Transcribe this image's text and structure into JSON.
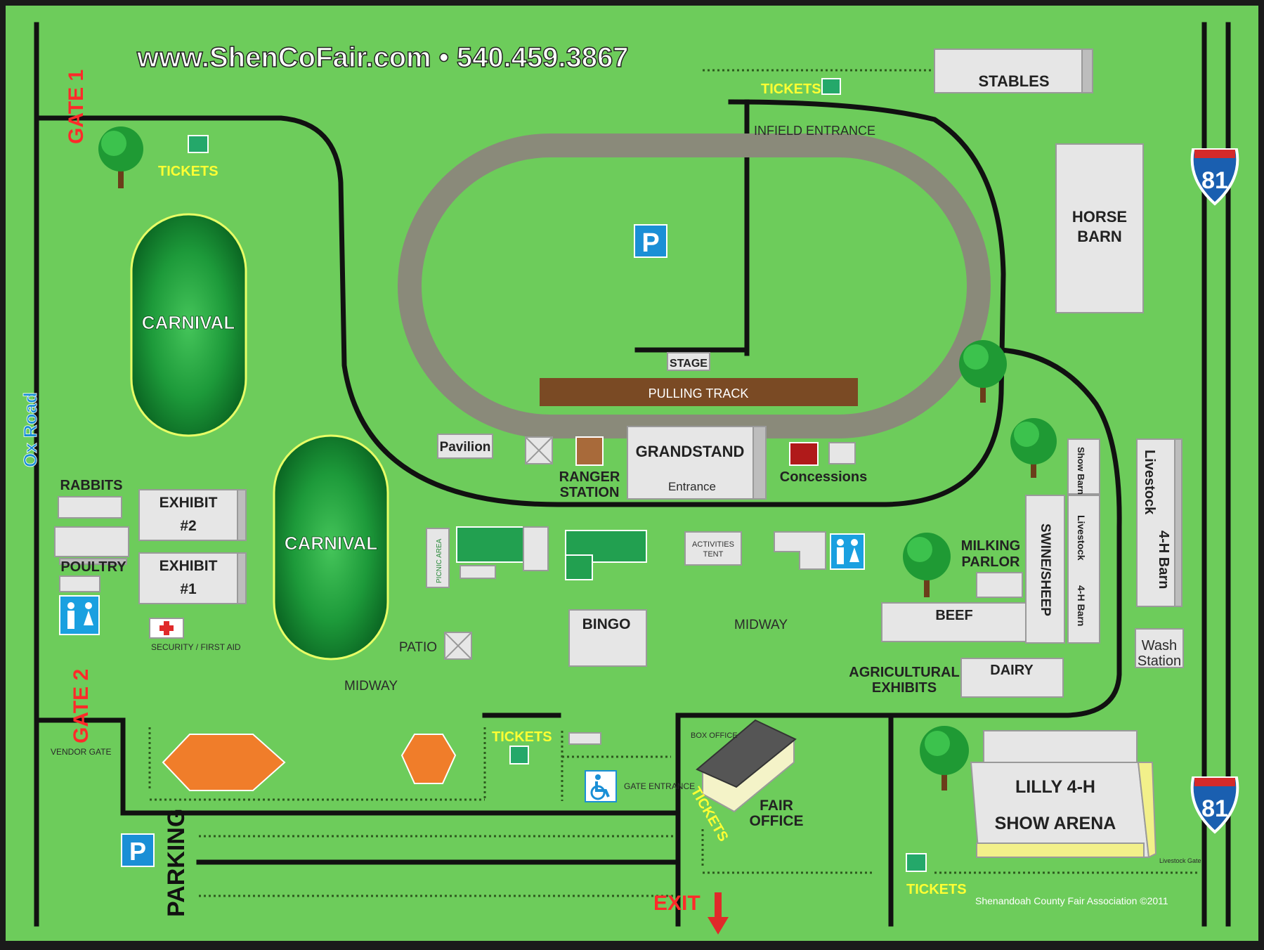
{
  "header": {
    "site": "www.ShenCoFair.com • 540.459.3867"
  },
  "roads": {
    "left": "Ox Road",
    "highway": "81"
  },
  "gates": {
    "gate1": "GATE 1",
    "gate2": "GATE 2",
    "vendor_gate": "VENDOR GATE",
    "gate_entrance": "GATE ENTRANCE",
    "exit": "EXIT"
  },
  "tickets": {
    "label": "TICKETS"
  },
  "track": {
    "stage": "STAGE",
    "pulling_track": "PULLING TRACK",
    "infield_entrance": "INFIELD ENTRANCE",
    "parking_symbol": "P"
  },
  "buildings": {
    "stables": "STABLES",
    "horse_barn_1": "HORSE",
    "horse_barn_2": "BARN",
    "carnival": "CARNIVAL",
    "pavilion": "Pavilion",
    "ranger_1": "RANGER",
    "ranger_2": "STATION",
    "grandstand": "GRANDSTAND",
    "grandstand_entrance": "Entrance",
    "concessions": "Concessions",
    "rabbits": "RABBITS",
    "poultry": "POULTRY",
    "exhibit2_a": "EXHIBIT",
    "exhibit2_b": "#2",
    "exhibit1_a": "EXHIBIT",
    "exhibit1_b": "#1",
    "security": "SECURITY / FIRST AID",
    "picnic": "PICNIC AREA",
    "activities_1": "ACTIVITIES",
    "activities_2": "TENT",
    "bingo": "BINGO",
    "patio": "PATIO",
    "midway": "MIDWAY",
    "milking_1": "MILKING",
    "milking_2": "PARLOR",
    "beef": "BEEF",
    "swine_sheep": "SWINE/SHEEP",
    "livestock": "Livestock",
    "show_barn": "Show Barn",
    "four_h_barn": "4-H Barn",
    "livestock_4h": "Livestock",
    "four_h_barn_small": "4-H Barn",
    "wash_1": "Wash",
    "wash_2": "Station",
    "ag_1": "AGRICULTURAL",
    "ag_2": "EXHIBITS",
    "dairy": "DAIRY",
    "lilly_1": "LILLY 4-H",
    "lilly_2": "SHOW ARENA",
    "livestock_gate": "Livestock Gate",
    "box_office": "BOX OFFICE",
    "fair_office_1": "FAIR",
    "fair_office_2": "OFFICE",
    "parking": "PARKING",
    "parking_symbol": "P"
  },
  "footer": {
    "copyright": "Shenandoah County Fair Association ©2011"
  },
  "colors": {
    "grass": "#6dcc5b",
    "track": "#8a8a7a",
    "pulling": "#7a4a24",
    "carnival_dark": "#0e7a2a",
    "carnival_light": "#3fbb4f",
    "orange": "#f07d2a",
    "restroom": "#1aa0e0",
    "parking": "#1a8fd6",
    "red": "#ff2a2a",
    "yellow": "#ffff33"
  }
}
